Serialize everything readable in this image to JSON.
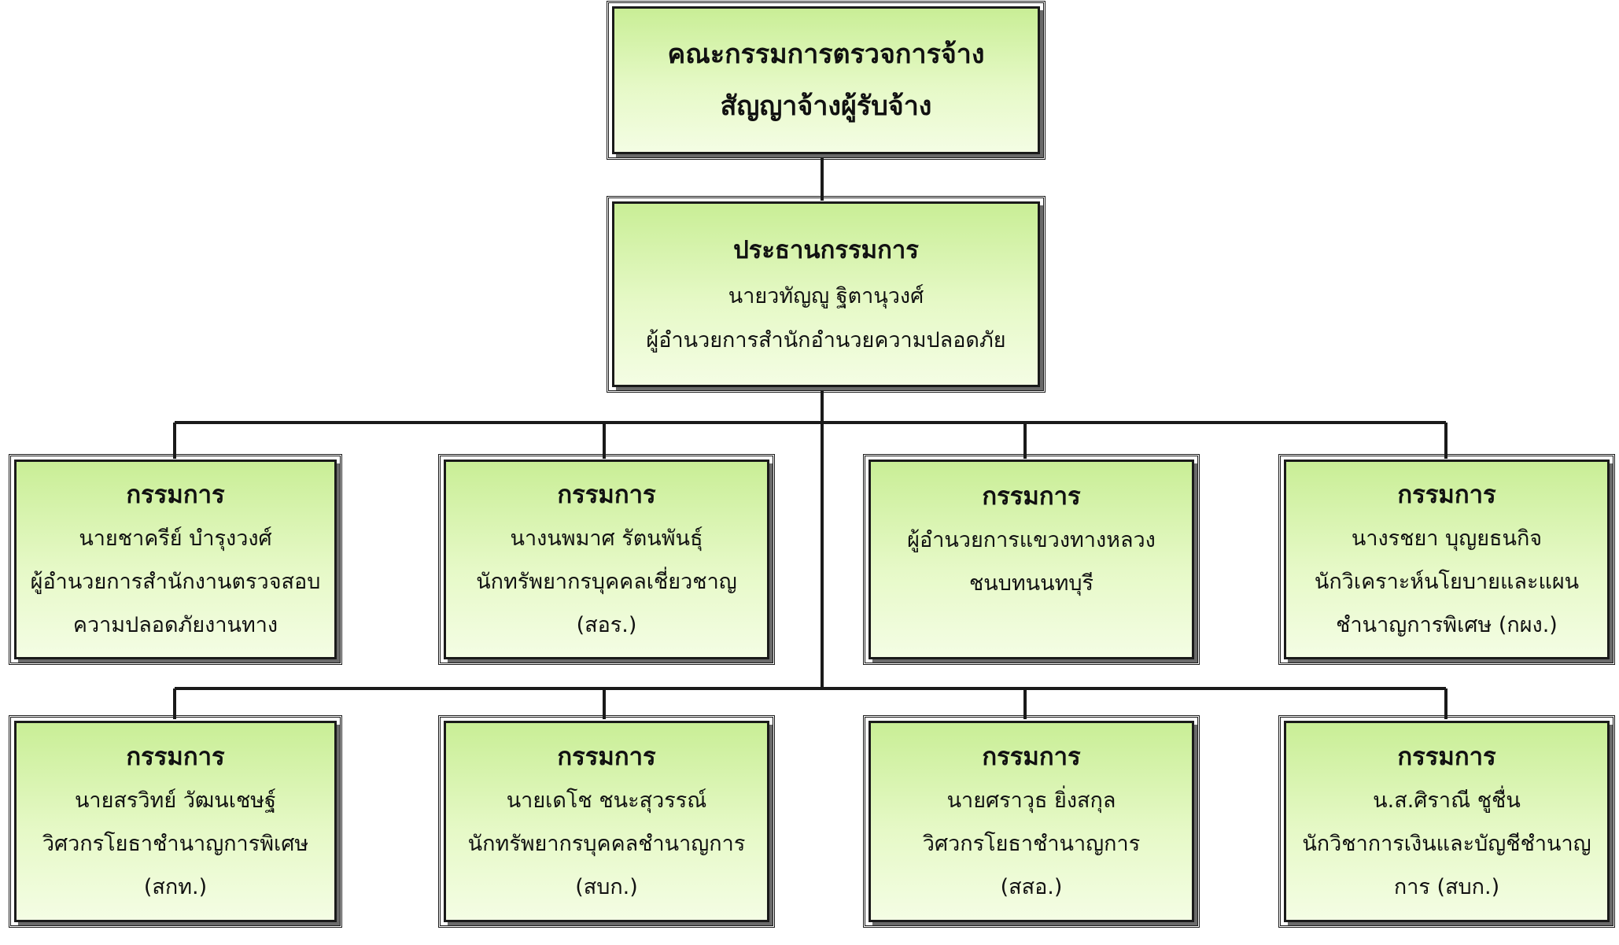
{
  "root": {
    "lines": [
      "คณะกรรมการตรวจการจ้าง",
      "สัญญาจ้างผู้รับจ้าง"
    ]
  },
  "chair": {
    "title": "ประธานกรรมการ",
    "name": "นายวทัญญู ฐิตานุวงศ์",
    "position": "ผู้อำนวยการสำนักอำนวยความปลอดภัย"
  },
  "members_row1": [
    {
      "title": "กรรมการ",
      "lines": [
        "นายชาครีย์ บำรุงวงศ์",
        "ผู้อำนวยการสำนักงานตรวจสอบ",
        "ความปลอดภัยงานทาง"
      ]
    },
    {
      "title": "กรรมการ",
      "lines": [
        "นางนพมาศ รัตนพันธุ์",
        "นักทรัพยากรบุคคลเชี่ยวชาญ",
        "(สอร.)"
      ]
    },
    {
      "title": "กรรมการ",
      "lines": [
        "ผู้อำนวยการแขวงทางหลวง",
        "ชนบทนนทบุรี"
      ]
    },
    {
      "title": "กรรมการ",
      "lines": [
        "นางรชยา บุญยธนกิจ",
        "นักวิเคราะห์นโยบายและแผน",
        "ชำนาญการพิเศษ (กผง.)"
      ]
    }
  ],
  "members_row2": [
    {
      "title": "กรรมการ",
      "lines": [
        "นายสรวิทย์ วัฒนเชษฐ์",
        "วิศวกรโยธาชำนาญการพิเศษ",
        "(สกท.)"
      ]
    },
    {
      "title": "กรรมการ",
      "lines": [
        "นายเดโช ชนะสุวรรณ์",
        "นักทรัพยากรบุคคลชำนาญการ",
        "(สบก.)"
      ]
    },
    {
      "title": "กรรมการ",
      "lines": [
        "นายศราวุธ ยิ่งสกุล",
        "วิศวกรโยธาชำนาญการ",
        "(สสอ.)"
      ]
    },
    {
      "title": "กรรมการ",
      "lines": [
        "น.ส.ศิราณี ชูชื่น",
        "นักวิชาการเงินและบัญชีชำนาญ",
        "การ (สบก.)"
      ]
    }
  ]
}
